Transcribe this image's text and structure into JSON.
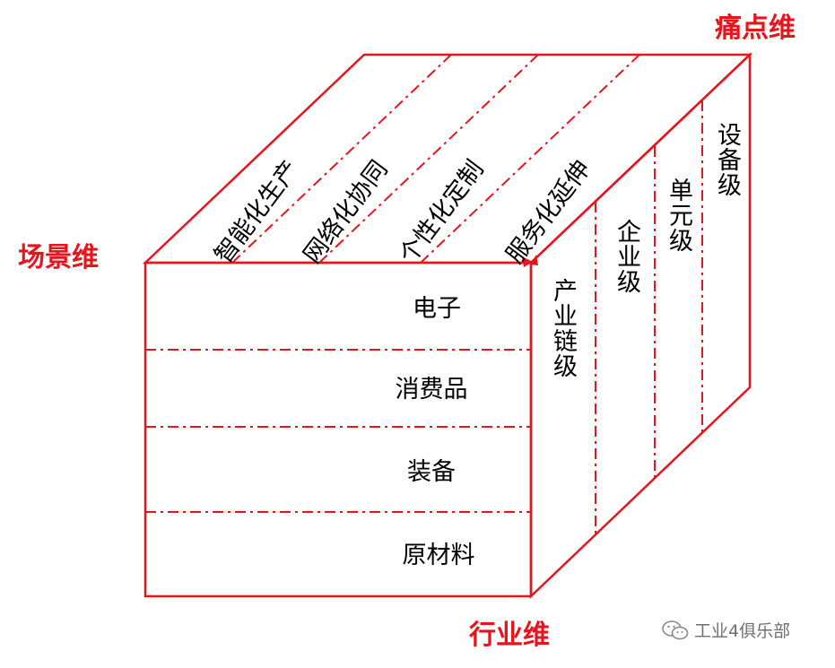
{
  "axes": {
    "scenario": "场景维",
    "pain_point": "痛点维",
    "industry": "行业维"
  },
  "front_rows": [
    "电子",
    "消费品",
    "装备",
    "原材料"
  ],
  "top_columns": [
    "智能化生产",
    "网络化协同",
    "个性化定制",
    "服务化延伸"
  ],
  "side_columns": [
    "产业链级",
    "企业级",
    "单元级",
    "设备级"
  ],
  "watermark": {
    "text": "工业4俱乐部",
    "icon": "wechat-icon"
  },
  "colors": {
    "line": "#e8141b",
    "axis_text": "#e8141b",
    "label_text": "#000000"
  }
}
